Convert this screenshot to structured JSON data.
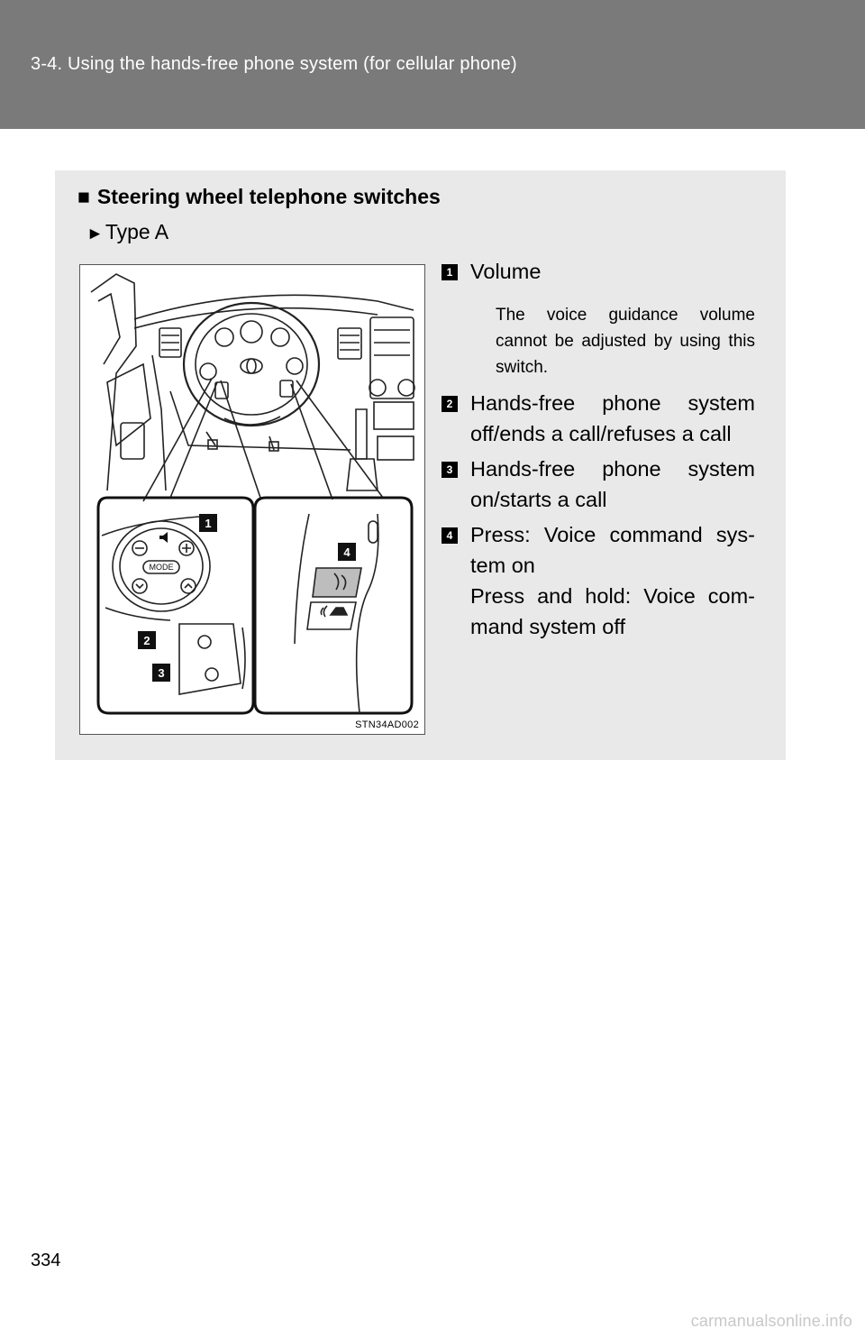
{
  "header": {
    "title": "3-4. Using the hands-free phone system (for cellular phone)"
  },
  "section": {
    "heading_marker": "■",
    "heading": "Steering wheel telephone switches",
    "subtype_marker": "►",
    "subtype": "Type A"
  },
  "figure": {
    "code": "STN34AD002",
    "mode_label": "MODE",
    "callout_labels": [
      "1",
      "2",
      "3",
      "4"
    ]
  },
  "callouts": [
    {
      "number": "1",
      "lines": [
        "Volume"
      ]
    },
    {
      "number": "2",
      "lines": [
        "Hands-free phone system",
        "off/ends a call/refuses a call"
      ]
    },
    {
      "number": "3",
      "lines": [
        "Hands-free phone system",
        "on/starts a call"
      ]
    },
    {
      "number": "4",
      "lines": [
        "Press: Voice command sys-",
        "tem on",
        "Press and hold: Voice com-",
        "mand system off"
      ]
    }
  ],
  "note": "The voice guidance volume cannot be adjusted by using this switch.",
  "page_number": "334",
  "watermark": "carmanualsonline.info"
}
